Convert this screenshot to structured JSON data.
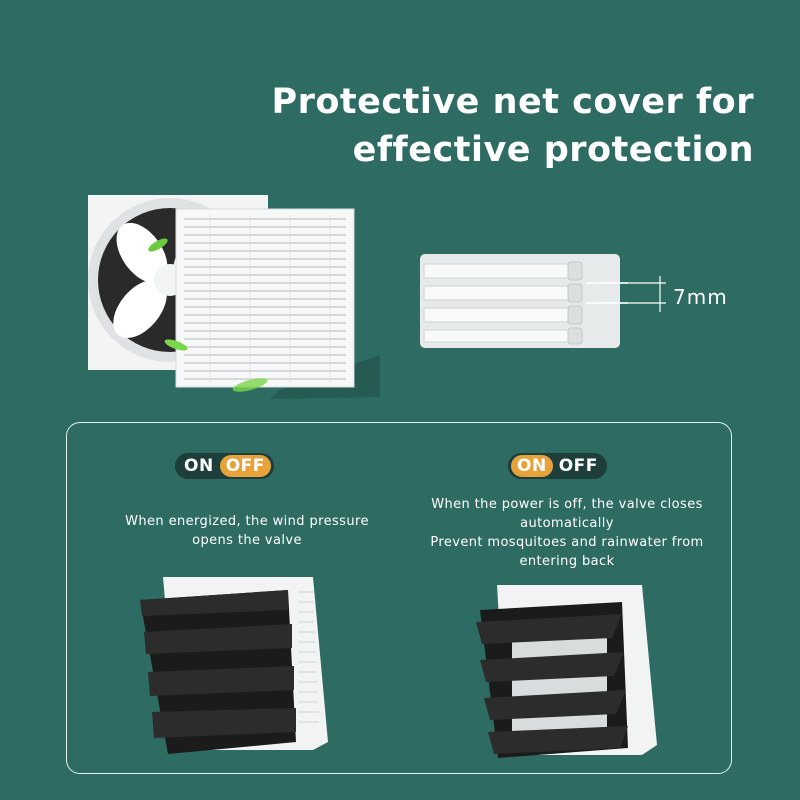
{
  "headline": {
    "line1": "Protective net cover for",
    "line2": "effective protection"
  },
  "dimension": {
    "label": "7mm"
  },
  "left_state": {
    "toggle_on": "ON",
    "toggle_off": "OFF",
    "active": "OFF",
    "description": "When energized, the wind pressure opens the valve"
  },
  "right_state": {
    "toggle_on": "ON",
    "toggle_off": "OFF",
    "active": "ON",
    "description_line1": "When the power is off, the valve closes automatically",
    "description_line2": "Prevent mosquitoes and rainwater from entering back"
  },
  "colors": {
    "background": "#2d6b63",
    "toggle_track": "#1d3e3a",
    "toggle_active": "#e7a33a",
    "panel_border": "#e4f0ee"
  }
}
